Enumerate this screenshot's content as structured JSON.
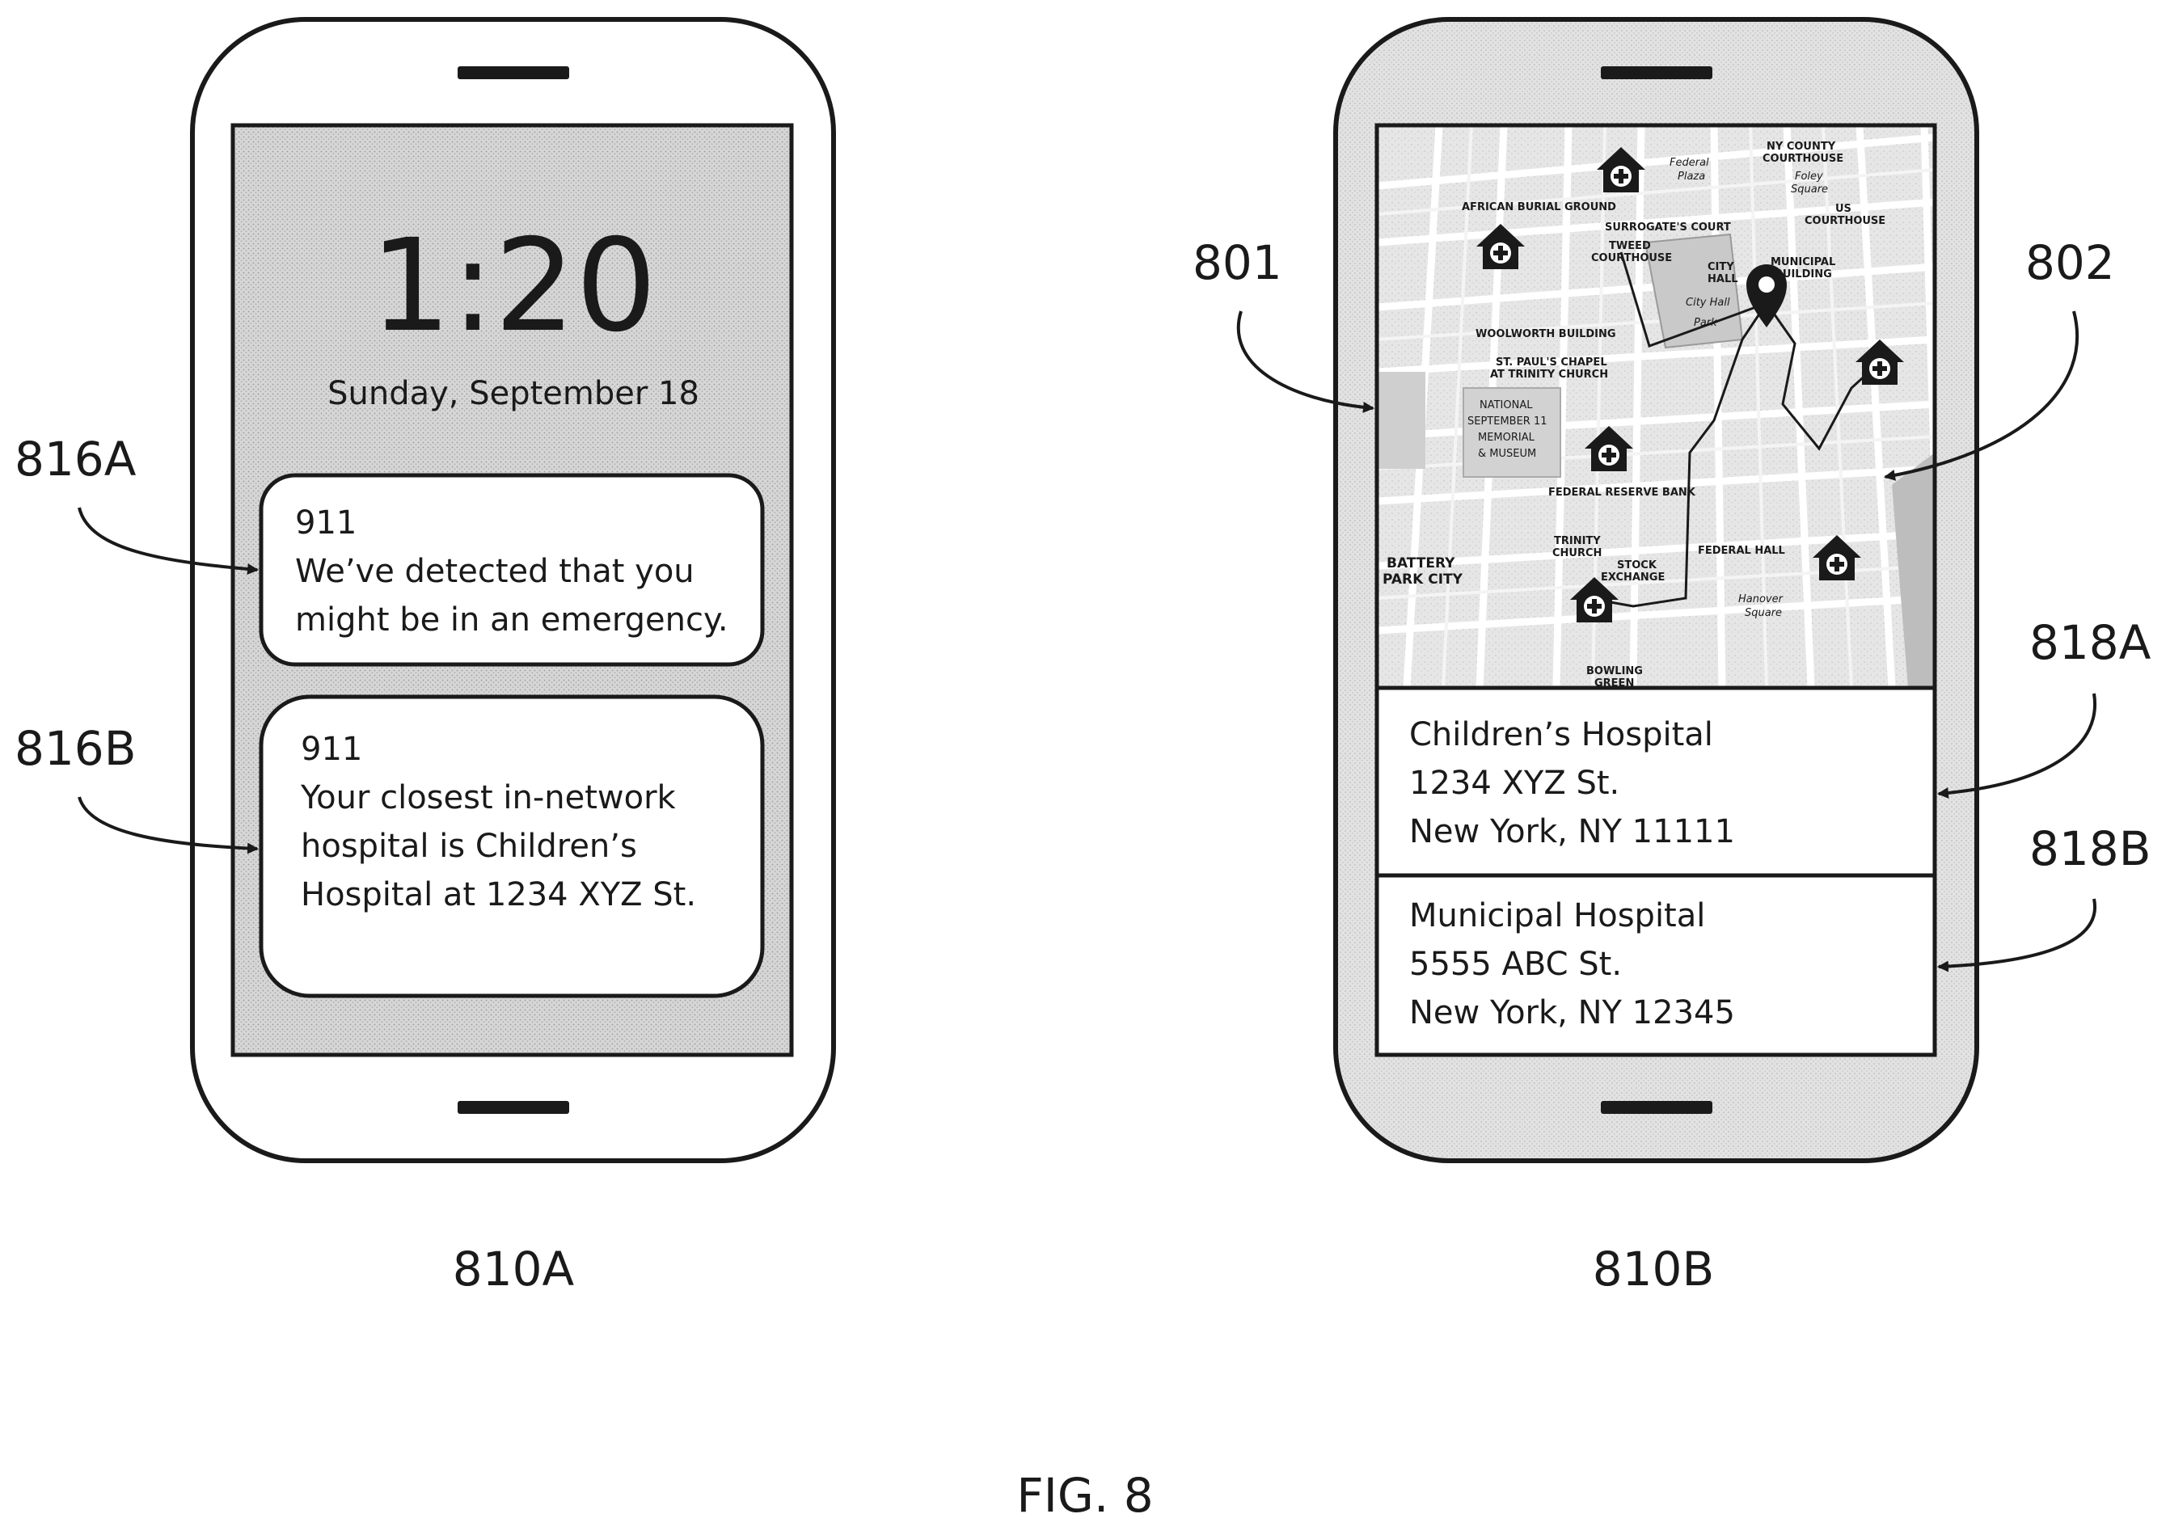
{
  "figure_label": "FIG. 8",
  "phone_a": {
    "ref": "810A",
    "lock_time": "1:20",
    "lock_date": "Sunday, September 18",
    "notifications": [
      {
        "ref": "816A",
        "sender": "911",
        "line1": "We’ve detected that you",
        "line2": "might be in an emergency."
      },
      {
        "ref": "816B",
        "sender": "911",
        "line1": "Your closest in-network",
        "line2": "hospital is Children’s",
        "line3": "Hospital at 1234 XYZ St."
      }
    ]
  },
  "phone_b": {
    "ref": "810B",
    "map_ref": "801",
    "route_ref": "802",
    "map_labels": {
      "federal_plaza_1": "Federal",
      "federal_plaza_2": "Plaza",
      "ny_county_1": "NY COUNTY",
      "ny_county_2": "COURTHOUSE",
      "foley_1": "Foley",
      "foley_2": "Square",
      "us_court_1": "US",
      "us_court_2": "COURTHOUSE",
      "african": "AFRICAN BURIAL GROUND",
      "surrogate": "SURROGATE'S COURT",
      "tweed_1": "TWEED",
      "tweed_2": "COURTHOUSE",
      "city_hall_1": "CITY",
      "city_hall_2": "HALL",
      "municipal_1": "MUNICIPAL",
      "municipal_2": "BUILDING",
      "city_hall_park_1": "City Hall",
      "city_hall_park_2": "Park",
      "woolworth": "WOOLWORTH BUILDING",
      "st_pauls_1": "ST. PAUL'S CHAPEL",
      "st_pauls_2": "AT TRINITY CHURCH",
      "memorial_1": "NATIONAL",
      "memorial_2": "SEPTEMBER 11",
      "memorial_3": "MEMORIAL",
      "memorial_4": "& MUSEUM",
      "federal_reserve": "FEDERAL RESERVE BANK",
      "battery_1": "BATTERY",
      "battery_2": "PARK CITY",
      "trinity_1": "TRINITY",
      "trinity_2": "CHURCH",
      "stock_1": "STOCK",
      "stock_2": "EXCHANGE",
      "federal_hall": "FEDERAL HALL",
      "hanover_1": "Hanover",
      "hanover_2": "Square",
      "bowling_1": "BOWLING",
      "bowling_2": "GREEN"
    },
    "hospitals": [
      {
        "ref": "818A",
        "name": "Children’s Hospital",
        "street": "1234 XYZ St.",
        "city": "New York, NY 11111"
      },
      {
        "ref": "818B",
        "name": "Municipal Hospital",
        "street": "5555 ABC St.",
        "city": "New York, NY 12345"
      }
    ]
  }
}
